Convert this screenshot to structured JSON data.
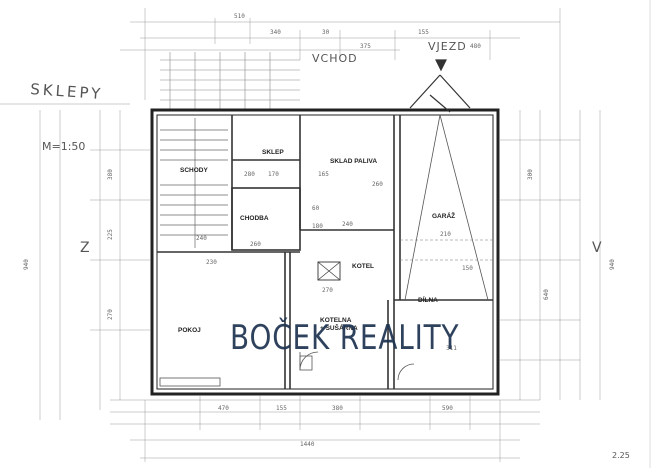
{
  "plan": {
    "floor_label": "SKLEPY",
    "scale": "M=1:50",
    "entrance_label": "VCHOD",
    "garage_entrance_label": "VJEZD",
    "side_left": "Z",
    "side_right": "V",
    "page_mark": "2.25"
  },
  "rooms": [
    {
      "id": "schody",
      "label": "SCHODY"
    },
    {
      "id": "sklep",
      "label": "SKLEP"
    },
    {
      "id": "sklad-paliva",
      "label": "SKLAD PALIVA"
    },
    {
      "id": "chodba",
      "label": "CHODBA"
    },
    {
      "id": "garaz",
      "label": "GARÁŽ"
    },
    {
      "id": "pokoj",
      "label": "POKOJ"
    },
    {
      "id": "kotelna",
      "label": "KOTELNA"
    },
    {
      "id": "kotelna-sub",
      "label": "+ SUŠÁRNA"
    },
    {
      "id": "dilna",
      "label": "DÍLNA"
    },
    {
      "id": "kotel",
      "label": "KOTEL"
    }
  ],
  "dimensions": {
    "top": [
      "510",
      "340",
      "30",
      "375",
      "155",
      "480"
    ],
    "bottom": [
      "1440",
      "470",
      "155",
      "380",
      "590"
    ],
    "left": [
      "940",
      "380",
      "225",
      "270"
    ],
    "right": [
      "940",
      "300",
      "640"
    ],
    "inner": [
      "280",
      "170",
      "165",
      "240",
      "260",
      "230",
      "180",
      "260",
      "60",
      "270",
      "311",
      "210",
      "240",
      "150"
    ]
  },
  "branding": {
    "watermark": "BOČEK REALITY",
    "color": "#1e3350"
  }
}
